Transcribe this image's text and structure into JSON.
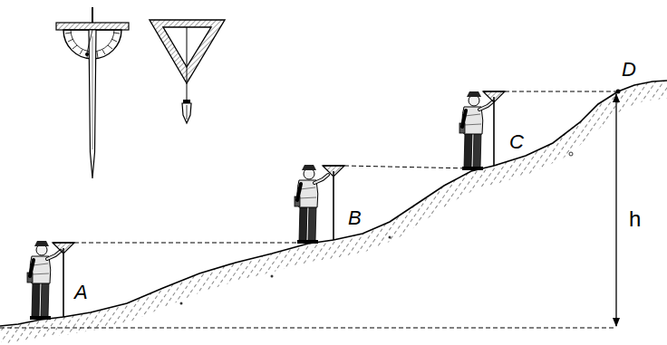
{
  "diagram": {
    "labels": [
      "A",
      "B",
      "C",
      "D",
      "h"
    ]
  }
}
